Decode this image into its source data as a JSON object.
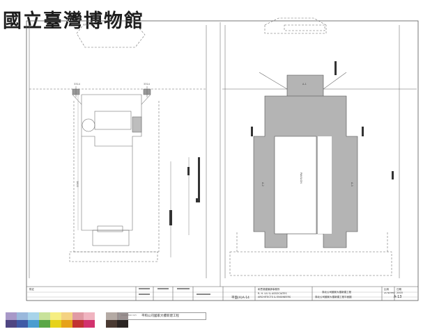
{
  "header": {
    "institution_stamp": "國立臺灣博物館"
  },
  "drawing": {
    "left_plan": {
      "length_dim": "3803",
      "w1": "3314",
      "w2": "3314"
    },
    "right_plan": {
      "hall_label": "PAVILION",
      "r1": "A-1",
      "r2": "A-2",
      "r3": "A-3"
    }
  },
  "title_block": {
    "notes_label": "附註",
    "firm_name": "和思源建築師事務所",
    "firm_en_1": "R. H. LIU & ASSOCIATES",
    "firm_en_2": "ARCHITECTS & ENGINEERS",
    "project_name": "臺北公司國家大樓新建工程",
    "drawing_name": "臺北公司國家大樓新建工程平面圖",
    "sheet_ref": "平面(A)A-14",
    "sheet_number": "A-13",
    "scale_label": "比例",
    "scale_value": "AS NOTED",
    "date_label": "日期",
    "date_value": "2003"
  },
  "footer": {
    "caption": "平和公司國家大樓新建工程",
    "color_bar_label": "COLOR BAR 02/5"
  },
  "colors": {
    "swatches": [
      "#a898c8",
      "#9ab8dc",
      "#a8d4ea",
      "#c8e29a",
      "#f6ee82",
      "#f4d282",
      "#e09aa4",
      "#f0b4c0",
      "#ffffff",
      "#b4aaa4",
      "#9a9090",
      "#6e6464"
    ],
    "swatches_b": [
      "#4f4682",
      "#3f5aa6",
      "#4a9cd0",
      "#5aa646",
      "#e6d21a",
      "#e6a21a",
      "#c23232",
      "#d2326e",
      "#ffffff",
      "#4a3a32",
      "#2a2422",
      "#121010"
    ]
  }
}
